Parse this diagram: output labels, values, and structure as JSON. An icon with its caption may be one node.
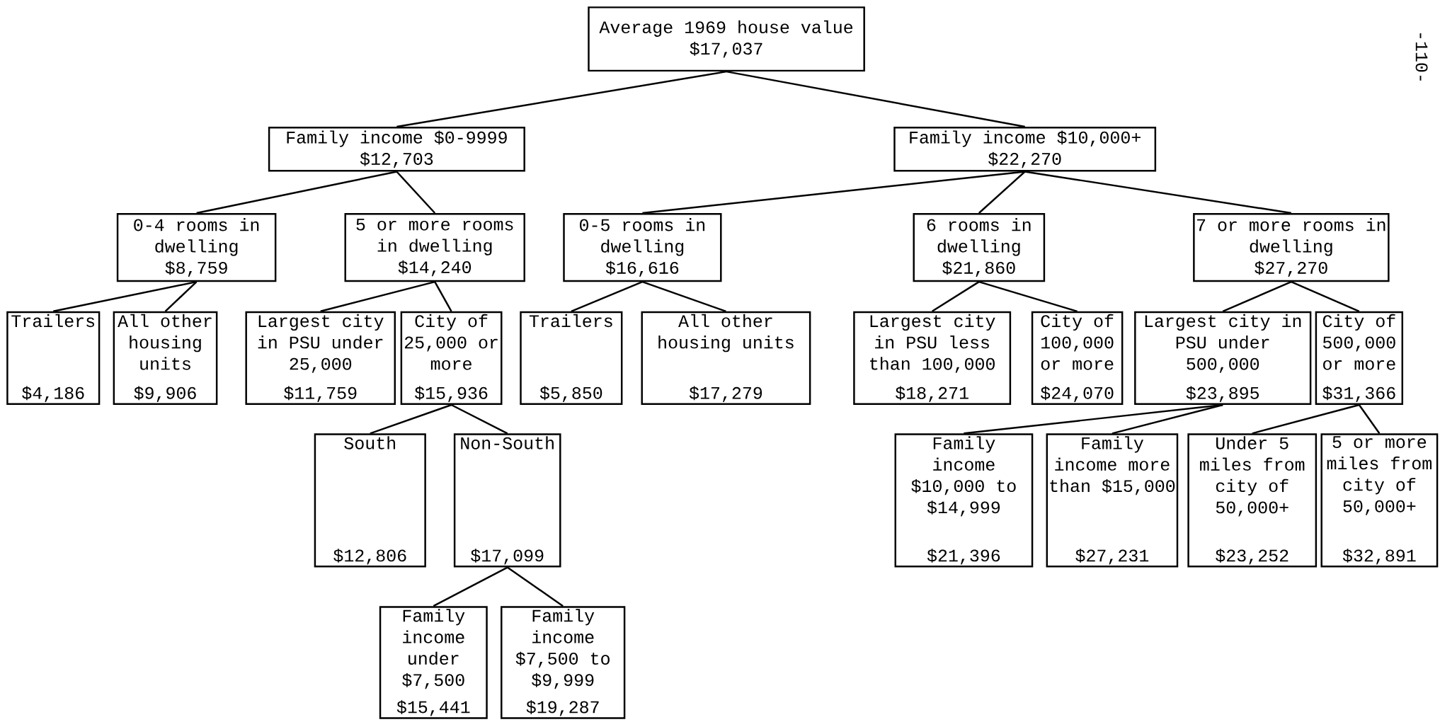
{
  "diagram": {
    "nodes": [
      {
        "text": [
          "Average 1969 house value",
          "$17,037"
        ]
      },
      {
        "text": [
          "Family income $0-9999",
          "$12,703"
        ]
      },
      {
        "text": [
          "Family income $10,000+",
          "$22,270"
        ]
      },
      {
        "text": [
          "0-4 rooms in dwelling",
          "$8,759"
        ]
      },
      {
        "text": [
          "5 or more rooms in dwelling",
          "$14,240"
        ]
      },
      {
        "text": [
          "0-5 rooms in dwelling",
          "$16,616"
        ]
      },
      {
        "text": [
          "6 rooms in dwelling",
          "$21,860"
        ]
      },
      {
        "text": [
          "7 or more rooms in dwelling",
          "$27,270"
        ]
      },
      {
        "text": [
          "Trailers",
          "$4,186"
        ]
      },
      {
        "text": [
          "All other housing units",
          "$9,906"
        ]
      },
      {
        "text": [
          "Largest city in PSU under 25,000",
          "$11,759"
        ]
      },
      {
        "text": [
          "City of 25,000 or more",
          "$15,936"
        ]
      },
      {
        "text": [
          "Trailers",
          "$5,850"
        ]
      },
      {
        "text": [
          "All other housing units",
          "$17,279"
        ]
      },
      {
        "text": [
          "Largest city in PSU less than 100,000",
          "$18,271"
        ]
      },
      {
        "text": [
          "City of 100,000 or more",
          "$24,070"
        ]
      },
      {
        "text": [
          "Largest city in PSU under 500,000",
          "$23,895"
        ]
      },
      {
        "text": [
          "City of 500,000 or more",
          "$31,366"
        ]
      },
      {
        "text": [
          "South",
          "$12,806"
        ]
      },
      {
        "text": [
          "Non-South",
          "$17,099"
        ]
      },
      {
        "text": [
          "Family income $10,000 to $14,999",
          "$21,396"
        ]
      },
      {
        "text": [
          "Family income more than $15,000",
          "$27,231"
        ]
      },
      {
        "text": [
          "Under 5 miles from city of 50,000+",
          "$23,252"
        ]
      },
      {
        "text": [
          "5 or more miles from city of 50,000+",
          "$32,891"
        ]
      },
      {
        "text": [
          "Family income under $7,500",
          "$15,441"
        ]
      },
      {
        "text": [
          "Family income $7,500 to $9,999",
          "$19,287"
        ]
      }
    ],
    "edges": [
      {
        "from": 0,
        "to": 1,
        "arrow": "none"
      },
      {
        "from": 0,
        "to": 2,
        "arrow": "none"
      },
      {
        "from": 1,
        "to": 3,
        "arrow": "none"
      },
      {
        "from": 1,
        "to": 4,
        "arrow": "none"
      },
      {
        "from": 2,
        "to": 5,
        "arrow": "none"
      },
      {
        "from": 2,
        "to": 6,
        "arrow": "none"
      },
      {
        "from": 2,
        "to": 7,
        "arrow": "none"
      },
      {
        "from": 3,
        "to": 8,
        "arrow": "none"
      },
      {
        "from": 3,
        "to": 9,
        "arrow": "none"
      },
      {
        "from": 4,
        "to": 10,
        "arrow": "none"
      },
      {
        "from": 4,
        "to": 11,
        "arrow": "none"
      },
      {
        "from": 5,
        "to": 12,
        "arrow": "none"
      },
      {
        "from": 5,
        "to": 13,
        "arrow": "none"
      },
      {
        "from": 6,
        "to": 14,
        "arrow": "none"
      },
      {
        "from": 6,
        "to": 15,
        "arrow": "none"
      },
      {
        "from": 7,
        "to": 16,
        "arrow": "none"
      },
      {
        "from": 7,
        "to": 17,
        "arrow": "none"
      },
      {
        "from": 11,
        "to": 18,
        "arrow": "none"
      },
      {
        "from": 11,
        "to": 19,
        "arrow": "none"
      },
      {
        "from": 16,
        "to": 20,
        "arrow": "none"
      },
      {
        "from": 16,
        "to": 21,
        "arrow": "none"
      },
      {
        "from": 17,
        "to": 22,
        "arrow": "none"
      },
      {
        "from": 17,
        "to": 23,
        "arrow": "none"
      },
      {
        "from": 19,
        "to": 24,
        "arrow": "none"
      },
      {
        "from": 19,
        "to": 25,
        "arrow": "none"
      }
    ],
    "labels": [
      "-110-"
    ]
  }
}
